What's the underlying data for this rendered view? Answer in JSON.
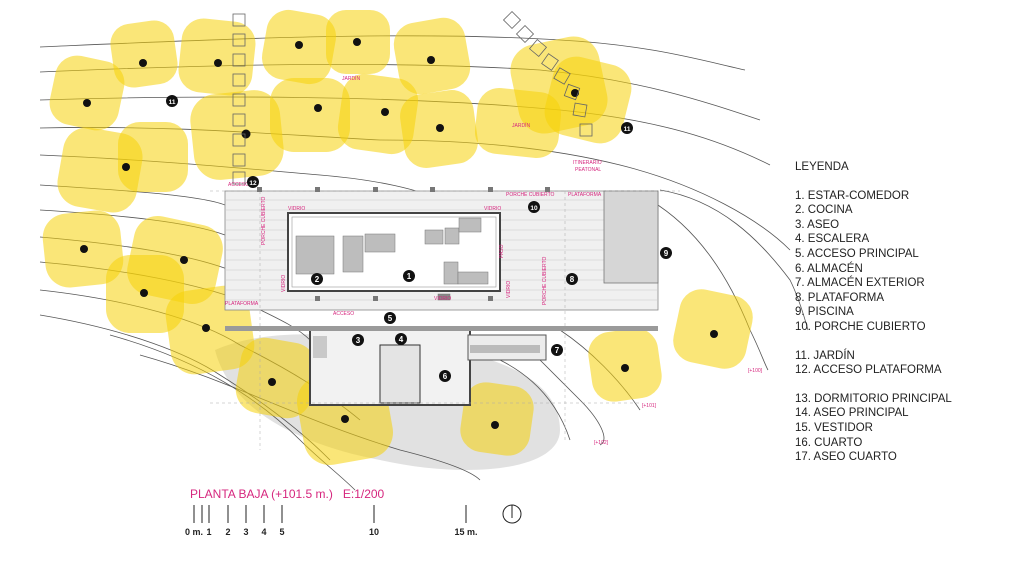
{
  "plan": {
    "title": "PLANTA BAJA (+101.5 m.)",
    "scale": "E:1/200"
  },
  "legend": {
    "title": "LEYENDA",
    "groups": [
      [
        "1. ESTAR-COMEDOR",
        "2. COCINA",
        "3. ASEO",
        "4. ESCALERA",
        "5. ACCESO PRINCIPAL",
        "6. ALMACÉN",
        "7. ALMACÉN EXTERIOR",
        "8. PLATAFORMA",
        "9. PISCINA",
        "10. PORCHE CUBIERTO"
      ],
      [
        "11. JARDÍN",
        "12. ACCESO PLATAFORMA"
      ],
      [
        "13. DORMITORIO PRINCIPAL",
        "14. ASEO PRINCIPAL",
        "15. VESTIDOR",
        "16. CUARTO",
        "17. ASEO CUARTO"
      ]
    ]
  },
  "scalebar": {
    "ticks": [
      "0 m.",
      "1",
      "2",
      "3",
      "4",
      "5",
      "10",
      "15 m."
    ]
  },
  "markers": [
    "1",
    "2",
    "3",
    "4",
    "5",
    "6",
    "7",
    "8",
    "9",
    "10",
    "11",
    "11",
    "12"
  ],
  "annotations": {
    "jardin_1": "JARDÍN",
    "jardin_2": "JARDÍN",
    "itinerario": "ITINERARIO",
    "peatonal": "PEATONAL",
    "acceso_top": "ACCESO",
    "porche_cubierto_top": "PORCHE CUBIERTO",
    "plataforma_top": "PLATAFORMA",
    "vidrio_top_left": "VIDRIO",
    "vidrio_top_right": "VIDRIO",
    "porche_cubierto_left": "PORCHE CUBIERTO",
    "vidrio_left": "VIDRIO",
    "paso": "PASO",
    "porche_cubierto_right": "PORCHE CUBIERTO",
    "vidrio_right": "VIDRIO",
    "vidrio_bottom": "VIDRIO",
    "plataforma_left": "PLATAFORMA",
    "acceso_bottom": "ACCESO",
    "level_1": "[+100]",
    "level_2": "[+101]",
    "level_3": "[+102]"
  },
  "colors": {
    "tree": "#f5d20a",
    "annotation": "#d6267e",
    "shadow": "#cfcfcf"
  }
}
